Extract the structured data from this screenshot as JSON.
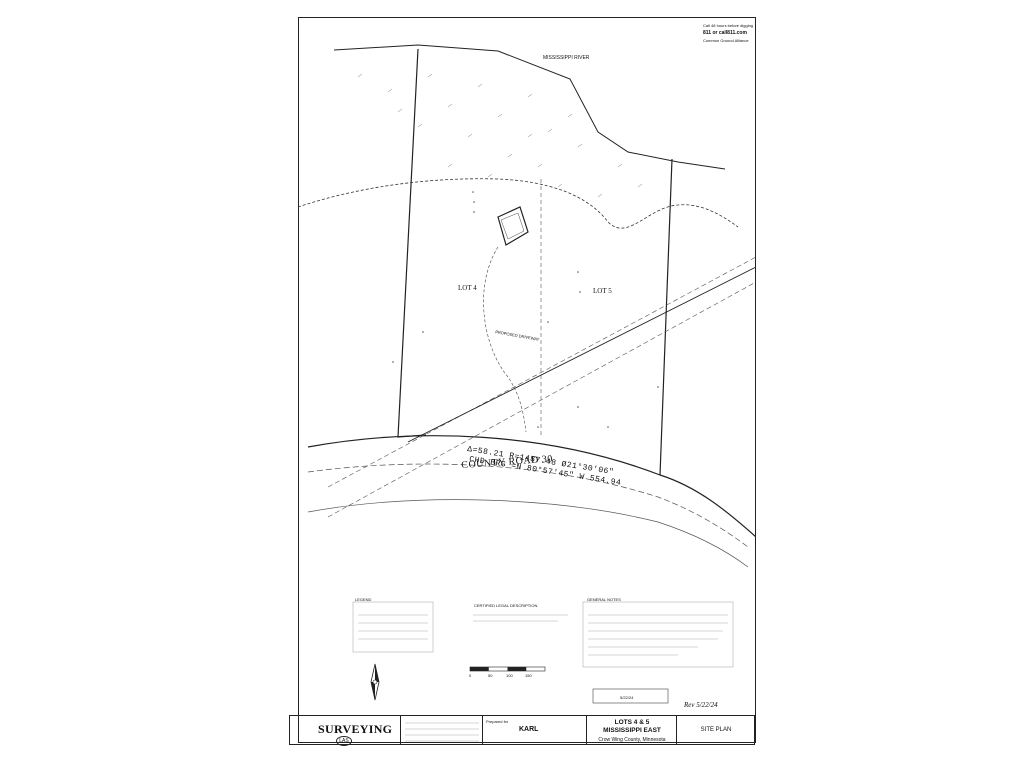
{
  "header": {
    "call_before_line1": "Call 48 hours before digging",
    "call_before_line2": "811 or call811.com",
    "call_before_line3": "Common Ground Alliance"
  },
  "map": {
    "river_label": "MISSISSIPPI RIVER",
    "lot_left_label": "LOT 4",
    "lot_right_label": "LOT 5",
    "road_label": "COUNTY ROAD 30",
    "curve_line1": "Δ=58.21 R=1487.48 Ø21°30'06\"",
    "curve_line2": "CHD BRG =N 80°57'45\" W 554.94",
    "driveway_label": "PROPOSED DRIVEWAY"
  },
  "notes": {
    "legend_title": "LEGEND",
    "legal_title": "CERTIFIED LEGAL DESCRIPTION",
    "general_title": "GENERAL NOTES"
  },
  "scale_bar": {
    "ticks": [
      "0",
      "50",
      "100",
      "150"
    ]
  },
  "dates": {
    "handwritten_rev": "Rev 5/22/24",
    "date_box": "5/22/24"
  },
  "title_block": {
    "company_name": "SURVEYING",
    "company_badge": "LAS",
    "prepared_for_label": "Prepared for",
    "client_name": "KARL",
    "project_line1": "LOTS 4 & 5",
    "project_line2": "MISSISSIPPI EAST",
    "location": "Crow Wing County, Minnesota",
    "sheet_title": "SITE PLAN"
  },
  "icons": {
    "north_arrow": "north-arrow-icon"
  }
}
